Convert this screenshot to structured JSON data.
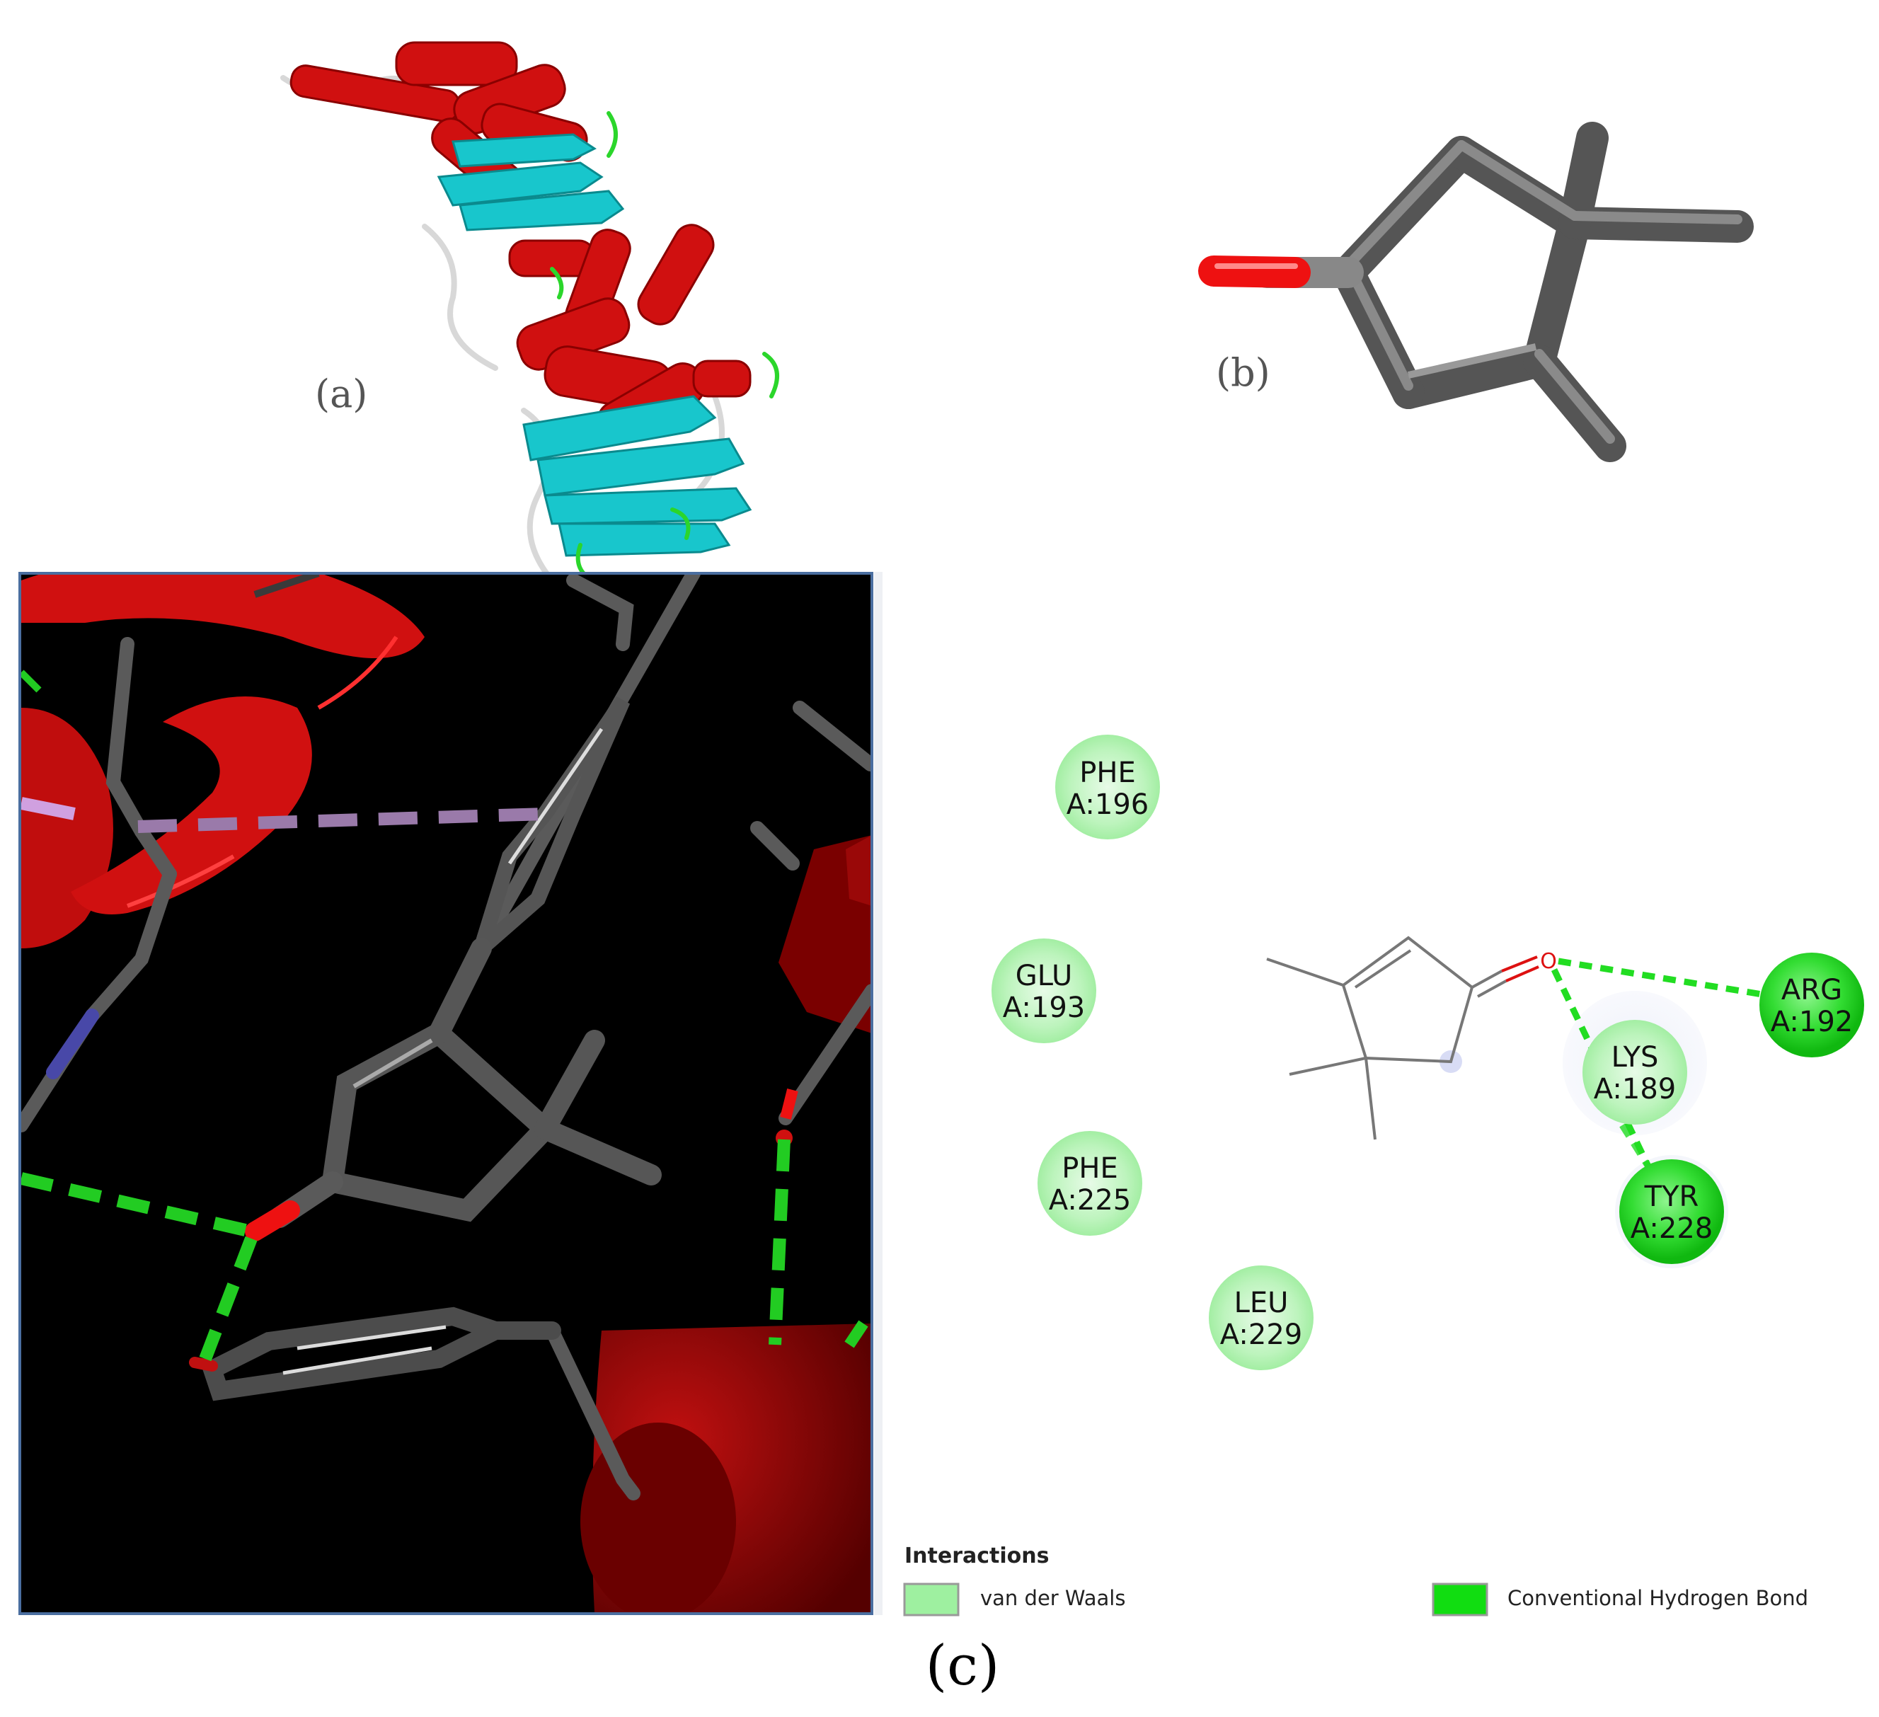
{
  "panels": {
    "a_label": "(a)",
    "b_label": "(b)",
    "c_label": "(c)"
  },
  "ligand_atom": "O",
  "residues": [
    {
      "name": "PHE",
      "id": "A:196",
      "type": "vdw"
    },
    {
      "name": "GLU",
      "id": "A:193",
      "type": "vdw"
    },
    {
      "name": "PHE",
      "id": "A:225",
      "type": "vdw"
    },
    {
      "name": "LEU",
      "id": "A:229",
      "type": "vdw"
    },
    {
      "name": "LYS",
      "id": "A:189",
      "type": "vdw"
    },
    {
      "name": "ARG",
      "id": "A:192",
      "type": "hbond"
    },
    {
      "name": "TYR",
      "id": "A:228",
      "type": "hbond"
    }
  ],
  "legend": {
    "title": "Interactions",
    "items": [
      {
        "label": "van der Waals",
        "color": "#9ef0a0"
      },
      {
        "label": "Conventional Hydrogen Bond",
        "color": "#11dd11"
      }
    ]
  },
  "colors": {
    "helix": "#d01010",
    "sheet": "#18c6cc",
    "loop": "#e0e0e0",
    "carbon": "#6a6a6a",
    "oxygen": "#ee1111",
    "hbond": "#22cc22",
    "vdw": "#9ef0a0"
  }
}
